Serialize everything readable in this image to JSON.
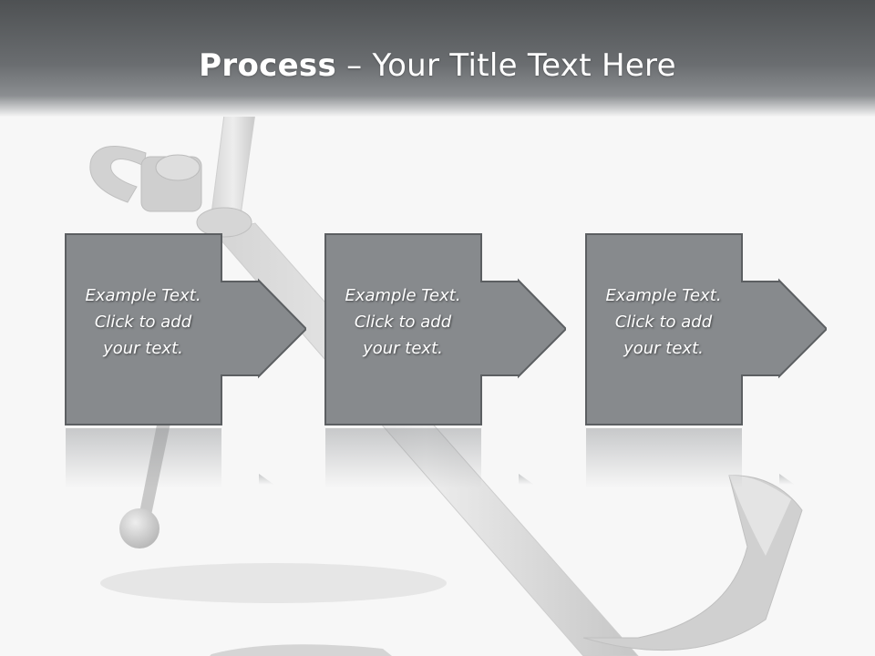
{
  "title": {
    "bold": "Process",
    "dash": " – ",
    "rest": "Your Title Text Here"
  },
  "steps": [
    {
      "line1": "Example Text.",
      "line2": "Click  to add",
      "line3": "your text."
    },
    {
      "line1": "Example Text.",
      "line2": "Click  to add",
      "line3": "your text."
    },
    {
      "line1": "Example Text.",
      "line2": "Click  to add",
      "line3": "your text."
    }
  ],
  "colors": {
    "box_fill": "#878a8d",
    "box_border": "#5c5f62",
    "header_top": "#4e5153",
    "background": "#f7f7f7"
  },
  "icons": {
    "background": "anchor-illustration",
    "connector": "right-arrow-icon"
  }
}
